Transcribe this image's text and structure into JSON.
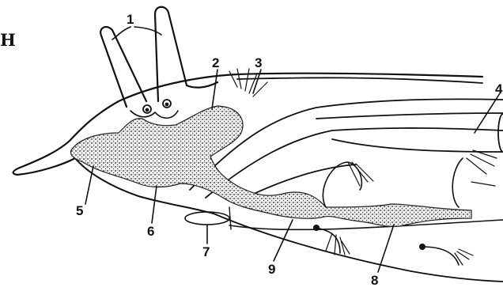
{
  "corner_letter": "Н",
  "labels": [
    "1",
    "2",
    "3",
    "4",
    "5",
    "6",
    "7",
    "8",
    "9"
  ]
}
